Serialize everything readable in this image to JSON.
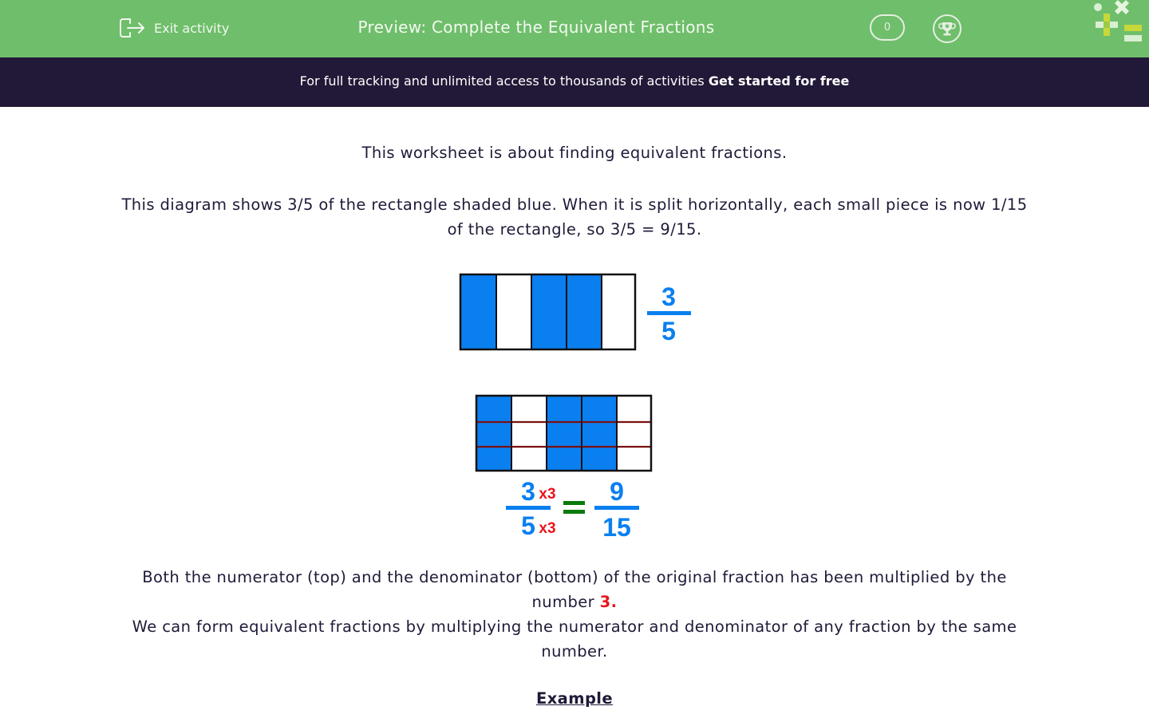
{
  "header": {
    "exit_label": "Exit activity",
    "title": "Preview: Complete the Equivalent Fractions",
    "score": "0",
    "bg_color": "#6fbe6b"
  },
  "banner": {
    "text": "For full tracking and unlimited access to thousands of activities ",
    "cta": "Get started for free",
    "bg_color": "#221837"
  },
  "content": {
    "intro": "This worksheet is about finding equivalent fractions.",
    "explanation": "This diagram shows 3/5 of the rectangle shaded blue. When it is split horizontally, each small piece is now 1/15 of the rectangle, so 3/5 = 9/15.",
    "paragraph_a_before": "Both the numerator (top) and the denominator (bottom) of the original fraction has been multiplied by the number ",
    "paragraph_a_highlight": "3.",
    "paragraph_b": "We can form equivalent fractions by multiplying the numerator and denominator of any fraction by the same number.",
    "example_heading": "Example"
  },
  "diagram1": {
    "columns": 5,
    "shaded": [
      true,
      false,
      true,
      true,
      false
    ],
    "numerator": "3",
    "denominator": "5"
  },
  "diagram2": {
    "columns": 5,
    "rows": 3,
    "shaded_columns": [
      true,
      false,
      true,
      true,
      false
    ],
    "left_numerator": "3",
    "left_denominator": "5",
    "multiplier": "x3",
    "equals": "=",
    "right_numerator": "9",
    "right_denominator": "15"
  },
  "colors": {
    "fraction_blue": "#0a7ff0",
    "multiplier_red": "#e8141b",
    "equals_green": "#0b7a0b",
    "divider_red": "#7a1010"
  }
}
